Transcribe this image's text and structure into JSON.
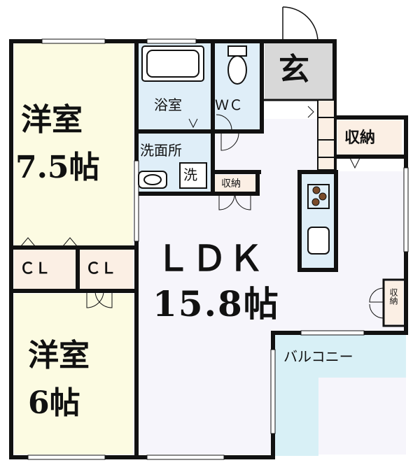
{
  "rooms": {
    "western_room_1": {
      "name": "洋室",
      "size": "7.5帖"
    },
    "western_room_2": {
      "name": "洋室",
      "size": "6帖"
    },
    "ldk": {
      "name": "ＬＤＫ",
      "size": "15.8帖"
    },
    "bathroom": "浴室",
    "toilet": "ＷＣ",
    "entrance": "玄",
    "washroom": "洗面所",
    "washer": "洗",
    "storage_main": "収納",
    "storage_small": "収納",
    "storage_vertical": "収納",
    "closet_1": "ＣＬ",
    "closet_2": "ＣＬ",
    "balcony": "バルコニー"
  },
  "colors": {
    "wall": "#111111",
    "western_room_fill": "#fcfbe2",
    "ldk_fill": "#f6f5fb",
    "wet_area_fill": "#dfeef8",
    "entrance_fill": "#d8d8d8",
    "storage_fill": "#fbefe4",
    "balcony_fill": "#d8f0f6"
  }
}
